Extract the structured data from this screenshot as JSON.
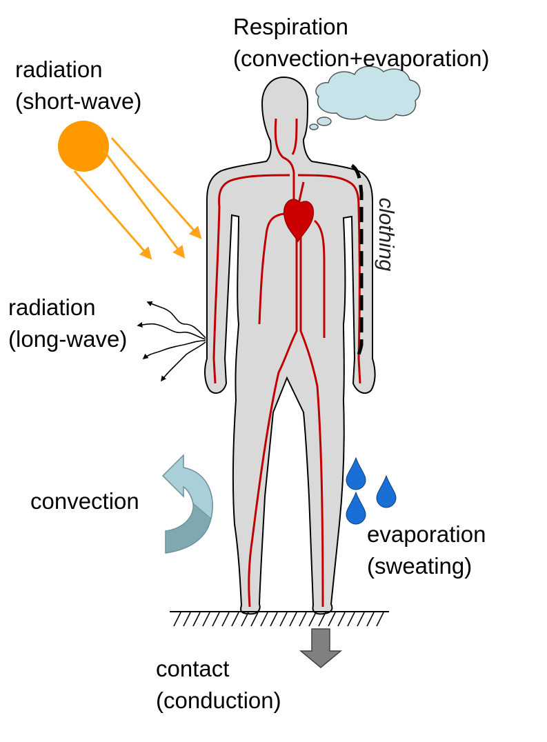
{
  "labels": {
    "respiration_line1": "Respiration",
    "respiration_line2": "(convection+evaporation)",
    "shortwave_line1": "radiation",
    "shortwave_line2": "(short-wave)",
    "longwave_line1": "radiation",
    "longwave_line2": "(long-wave)",
    "convection": "convection",
    "evaporation_line1": "evaporation",
    "evaporation_line2": "(sweating)",
    "contact_line1": "contact",
    "contact_line2": "(conduction)",
    "clothing": "clothing"
  },
  "colors": {
    "body_fill": "#d9d9d9",
    "vessel": "#c00000",
    "heart": "#cc0000",
    "sun": "#ff9900",
    "sun_rays": "#ffa31a",
    "cloud": "#c5e3e8",
    "drop": "#1a6fd6",
    "convection_arrow": "#a9d0d8",
    "contact_arrow": "#808080"
  },
  "icons": [
    "sun-icon",
    "cloud-icon",
    "water-drop-icon",
    "curved-arrow-icon",
    "down-arrow-icon",
    "wavy-arrow-icon"
  ]
}
